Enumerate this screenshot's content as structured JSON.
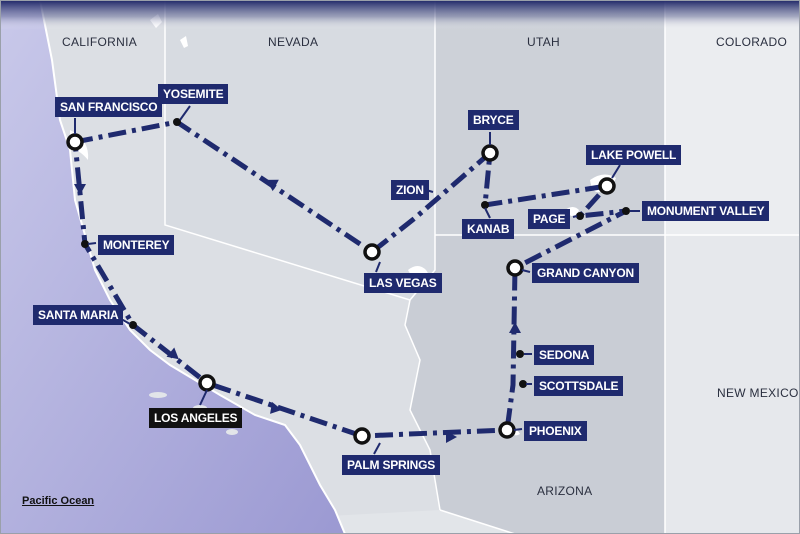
{
  "states": {
    "california": "CALIFORNIA",
    "nevada": "NEVADA",
    "utah": "UTAH",
    "colorado": "COLORADO",
    "arizona": "ARIZONA",
    "new_mexico": "NEW MEXICO"
  },
  "ocean": "Pacific Ocean",
  "stops": {
    "san_francisco": "SAN FRANCISCO",
    "yosemite": "YOSEMITE",
    "monterey": "MONTEREY",
    "santa_maria": "SANTA MARIA",
    "los_angeles": "LOS ANGELES",
    "palm_springs": "PALM SPRINGS",
    "phoenix": "PHOENIX",
    "scottsdale": "SCOTTSDALE",
    "sedona": "SEDONA",
    "grand_canyon": "GRAND CANYON",
    "las_vegas": "LAS VEGAS",
    "zion": "ZION",
    "bryce": "BRYCE",
    "kanab": "KANAB",
    "lake_powell": "LAKE POWELL",
    "page": "PAGE",
    "monument_valley": "MONUMENT VALLEY"
  },
  "colors": {
    "route": "#1f2a6e",
    "label_bg": "#1f2a6e",
    "label_highlight_bg": "#111111",
    "ocean": "#a7a6d8",
    "land": "#d9dde2"
  }
}
